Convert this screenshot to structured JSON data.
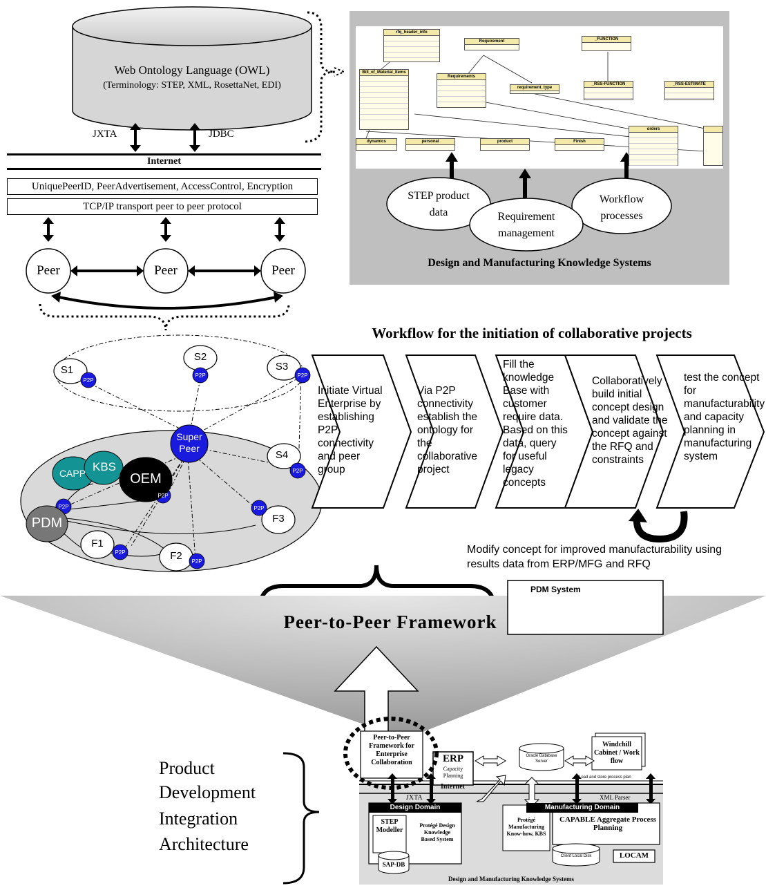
{
  "ontology": {
    "title": "Web Ontology Language (OWL)",
    "subtitle": "(Terminology: STEP, XML, RosettaNet, EDI)",
    "jxta": "JXTA",
    "jdbc": "JDBC",
    "internet": "Internet"
  },
  "protocol": {
    "security": "UniquePeerID, PeerAdvertisement, AccessControl, Encryption",
    "transport": "TCP/IP transport peer to peer protocol"
  },
  "peers": [
    "Peer",
    "Peer",
    "Peer"
  ],
  "knowledge": {
    "step": "STEP product data",
    "requirement": "Requirement management",
    "workflow": "Workflow processes",
    "caption": "Design and Manufacturing Knowledge Systems",
    "uml_tables": [
      "rfq_header_info",
      "Requirement",
      "_FUNCTION",
      "Bill_of_Material_Items",
      "Requirements",
      "requirement_type",
      "_RSS-FUNCTION",
      "_RSS-ESTIMATE",
      "dynamics",
      "personal",
      "product",
      "Finish",
      "orders"
    ]
  },
  "network": {
    "suppliers": [
      "S1",
      "S2",
      "S3",
      "S4"
    ],
    "p2p": "P2P",
    "super_peer": "Super Peer",
    "capp": "CAPP",
    "kbs": "KBS",
    "oem": "OEM",
    "pdm": "PDM",
    "fabricators": [
      "F1",
      "F2",
      "F3"
    ]
  },
  "workflow": {
    "title": "Workflow for the initiation of collaborative projects",
    "steps": [
      "Initiate Virtual Enterprise by establishing P2P connectivity and peer group",
      "Via P2P connectivity establish the ontology for the collaborative project",
      "Fill the knowledge Base with customer require data. Based on this data, query for useful legacy concepts",
      "Collaboratively build initial concept design and validate the concept against the RFQ and constraints",
      "test the concept for manufacturability and capacity planning in manufacturing system"
    ],
    "feedback": "Modify concept for improved manufacturability using results data from ERP/MFG and RFQ"
  },
  "framework": {
    "title": "Peer-to-Peer Framework"
  },
  "architecture": {
    "label": [
      "Product",
      "Development",
      "Integration",
      "Architecture"
    ],
    "p2p_box": "Peer-to-Peer Framework for Enterprise Collaboration",
    "erp": "ERP",
    "erp_sub": "Capacity Planning",
    "pdm_title": "PDM System",
    "oracle": "Oracle Database Server",
    "windchill": "Windchill Cabinet / Work flow",
    "load_store": "Load and store process plan",
    "internet": "Internet",
    "jxta": "JXTA",
    "xml_parser": "XML Parser",
    "design_domain": "Design Domain",
    "step_modeller": "STEP Modeller",
    "protege_design": "Protégé Design Knowledge Based System",
    "manufacturing_domain": "Manufacturing Domain",
    "protege_mfg": "Protégé Manufacturing Know-how, KBS",
    "capable": "CAPABLE Aggregate Process Planning",
    "client_db": "Client Local Disk",
    "locam": "LOCAM",
    "sapdb": "SAP-DB",
    "caption": "Design and Manufacturing Knowledge Systems"
  }
}
